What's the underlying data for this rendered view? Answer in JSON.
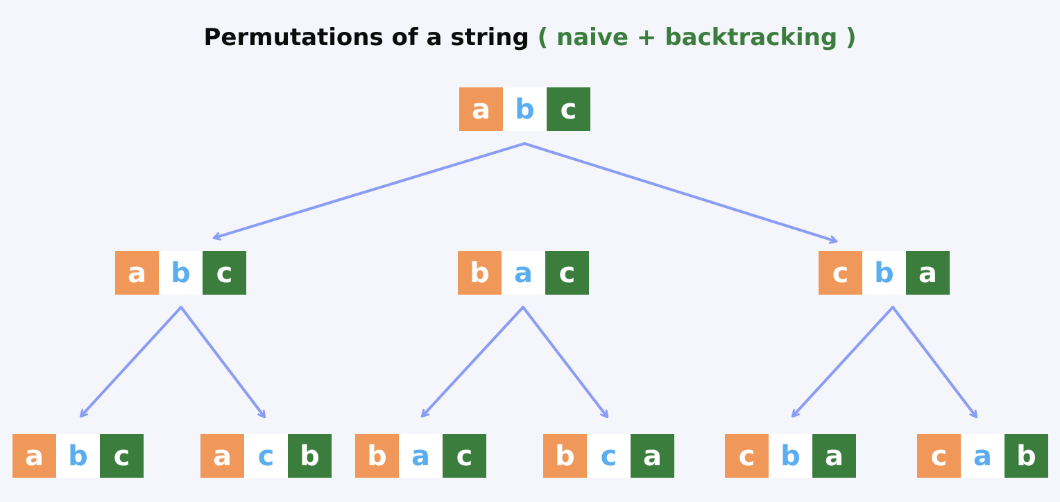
{
  "title": {
    "main": "Permutations of a string",
    "accent": "( naive + backtracking )"
  },
  "colors": {
    "background": "#f4f6fb",
    "first_cell": "#f0975a",
    "middle_cell": "#ffffff",
    "middle_text": "#5aaef0",
    "last_cell": "#3b7d3d",
    "edge": "#8a9cf3",
    "accent_text": "#3b7d3d"
  },
  "tree": {
    "root": [
      "a",
      "b",
      "c"
    ],
    "level1": [
      [
        "a",
        "b",
        "c"
      ],
      [
        "b",
        "a",
        "c"
      ],
      [
        "c",
        "b",
        "a"
      ]
    ],
    "level2": [
      [
        "a",
        "b",
        "c"
      ],
      [
        "a",
        "c",
        "b"
      ],
      [
        "b",
        "a",
        "c"
      ],
      [
        "b",
        "c",
        "a"
      ],
      [
        "c",
        "b",
        "a"
      ],
      [
        "c",
        "a",
        "b"
      ]
    ]
  }
}
